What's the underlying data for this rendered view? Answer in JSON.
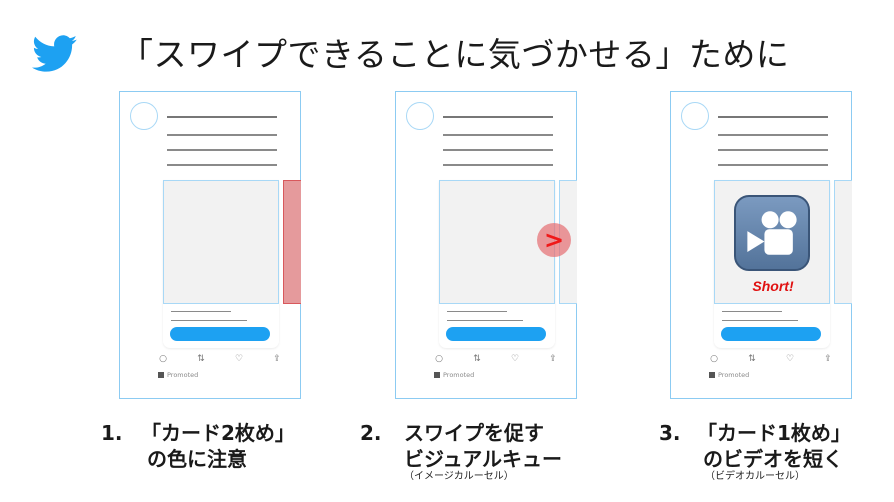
{
  "header": {
    "logo_icon": "twitter-bird-icon",
    "title": "「スワイプできることに気づかせる」ために"
  },
  "colors": {
    "twitter_blue": "#1da1f2",
    "outline_blue": "#8ccbf2",
    "highlight_red": "#e59a9c",
    "accent_red": "#e01010",
    "video_icon": "#6685ad"
  },
  "mockups": [
    {
      "promoted_label": "Promoted",
      "highlight": "second-card-red"
    },
    {
      "promoted_label": "Promoted",
      "swipe_cue_glyph": ">"
    },
    {
      "promoted_label": "Promoted",
      "video_icon": "movie-camera-icon",
      "badge_text": "Short!"
    }
  ],
  "captions": [
    {
      "number": "1.",
      "line1": "「カード2枚め」",
      "line2": "の色に注意",
      "sub": ""
    },
    {
      "number": "2.",
      "line1": "スワイプを促す",
      "line2": "ビジュアルキュー",
      "sub": "（イメージカルーセル）"
    },
    {
      "number": "3.",
      "line1": "「カード1枚め」",
      "line2": "のビデオを短く",
      "sub": "（ビデオカルーセル）"
    }
  ]
}
